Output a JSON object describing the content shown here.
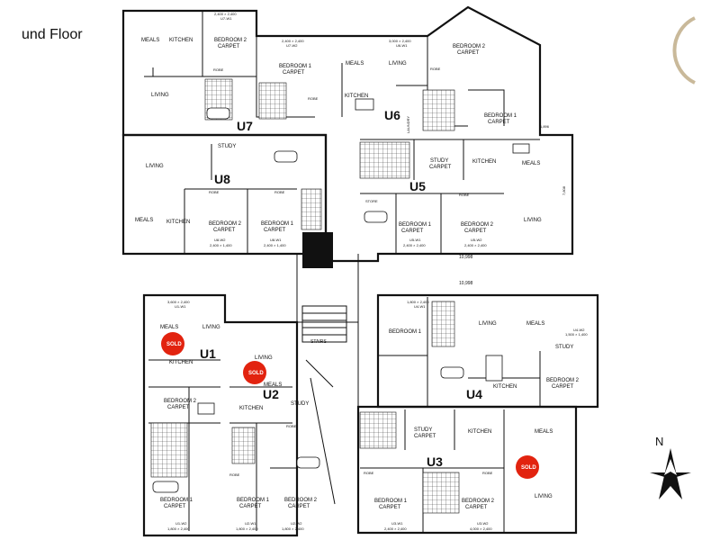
{
  "page": {
    "title": "und Floor"
  },
  "compass": {
    "label": "N"
  },
  "sold_badge": "SOLD",
  "colors": {
    "sold": "#e2230f",
    "logo": "#c9b99a",
    "wall": "#111111"
  },
  "units": [
    {
      "id": "u7",
      "label": "U7",
      "rooms": [
        "MEALS",
        "KITCHEN",
        "BEDROOM 2",
        "CARPET",
        "BEDROOM 1",
        "CARPET",
        "LIVING",
        "ROBE",
        "ROBE"
      ],
      "tags": [
        "2,400 × 2,400",
        "U7-W1",
        "2,400 × 2,400",
        "U7-W2"
      ]
    },
    {
      "id": "u6",
      "label": "U6",
      "rooms": [
        "MEALS",
        "LIVING",
        "KITCHEN",
        "BEDROOM 2",
        "CARPET",
        "BEDROOM 1",
        "CARPET",
        "LAUNDRY",
        "ROBE"
      ],
      "tags": [
        "3,000 × 2,400",
        "U6-W1",
        "1,896"
      ]
    },
    {
      "id": "u8",
      "label": "U8",
      "rooms": [
        "LIVING",
        "STUDY",
        "MEALS",
        "KITCHEN",
        "BEDROOM 2",
        "CARPET",
        "BEDROOM 1",
        "CARPET",
        "ROBE",
        "ROBE"
      ],
      "tags": [
        "U8-W2",
        "2,400 × 1,400",
        "U8-W1",
        "2,400 × 1,400"
      ]
    },
    {
      "id": "u5",
      "label": "U5",
      "rooms": [
        "STUDY",
        "CARPET",
        "KITCHEN",
        "MEALS",
        "STORE",
        "BEDROOM 1",
        "CARPET",
        "BEDROOM 2",
        "CARPET",
        "LIVING",
        "ROBE"
      ],
      "tags": [
        "U5-W1",
        "2,400 × 2,400",
        "U5-W2",
        "2,400 × 2,400",
        "7,808"
      ]
    },
    {
      "id": "u1",
      "label": "U1",
      "rooms": [
        "MEALS",
        "LIVING",
        "KITCHEN",
        "BEDROOM 2",
        "CARPET",
        "BEDROOM 1",
        "CARPET"
      ],
      "tags": [
        "3,600 × 2,400",
        "U1-W1",
        "U1-W2",
        "1,800 × 2,400"
      ],
      "sold": true
    },
    {
      "id": "u2",
      "label": "U2",
      "rooms": [
        "LIVING",
        "MEALS",
        "KITCHEN",
        "STUDY",
        "BEDROOM 1",
        "CARPET",
        "BEDROOM 2",
        "CARPET",
        "ROBE",
        "ROBE"
      ],
      "tags": [
        "U2-W1",
        "1,800 × 2,400",
        "U2-W2",
        "1,800 × 2,400"
      ],
      "sold": true
    },
    {
      "id": "u4",
      "label": "U4",
      "rooms": [
        "BEDROOM 1",
        "LIVING",
        "MEALS",
        "STUDY",
        "KITCHEN",
        "BEDROOM 2",
        "CARPET"
      ],
      "tags": [
        "1,800 × 2,400",
        "U4-W1",
        "U4-W2",
        "1,500 × 1,400"
      ]
    },
    {
      "id": "u3",
      "label": "U3",
      "rooms": [
        "STUDY",
        "CARPET",
        "KITCHEN",
        "MEALS",
        "LIVING",
        "BEDROOM 1",
        "CARPET",
        "BEDROOM 2",
        "CARPET",
        "ROBE",
        "ROBE"
      ],
      "tags": [
        "U3-W1",
        "2,400 × 2,400",
        "U3-W2",
        "4,000 × 2,400"
      ],
      "sold": true
    }
  ],
  "core": {
    "stairs": "STAIRS",
    "dims": [
      "10,998",
      "10,998"
    ]
  }
}
